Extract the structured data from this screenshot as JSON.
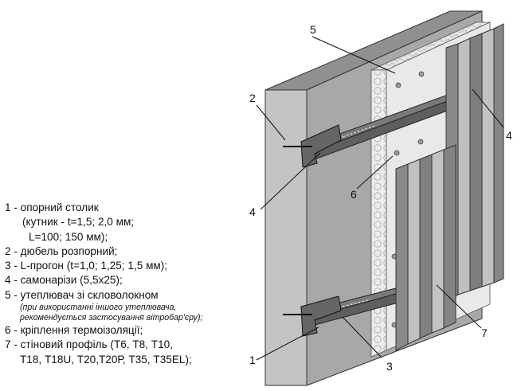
{
  "callouts": {
    "n1": "1",
    "n2": "2",
    "n3": "3",
    "n4a": "4",
    "n4b": "4",
    "n5": "5",
    "n6": "6",
    "n7": "7"
  },
  "legend": {
    "l1": "1 - опорний столик",
    "l1a": "(кутник - t=1,5; 2,0 мм;",
    "l1b": "L=100; 150 мм);",
    "l2": "2 - дюбель розпорний;",
    "l3": "3 - L-прогон (t=1,0; 1,25; 1,5 мм);",
    "l4": "4 - самонарізи (5,5х25);",
    "l5": "5 - утеплювач зі скловолокном",
    "l5n1": "(при використанні іншого утеплювача,",
    "l5n2": "рекомендується застосування вітробар'єру);",
    "l6": "6 - кріплення термоізоляції;",
    "l7": "7 - стіновий профіль (Т6, Т8, Т10,",
    "l7a": "Т18, Т18U, Т20,Т20Р, Т35, Т35EL);"
  },
  "colors": {
    "wall_front": "#a7a7a7",
    "wall_side": "#c2c2c2",
    "wall_top": "#8e8e8e",
    "insulation": "#e8e8e8",
    "profile_light": "#bdbdbd",
    "profile_dark": "#7d7d7d",
    "bracket": "#606060",
    "leader": "#111111"
  }
}
